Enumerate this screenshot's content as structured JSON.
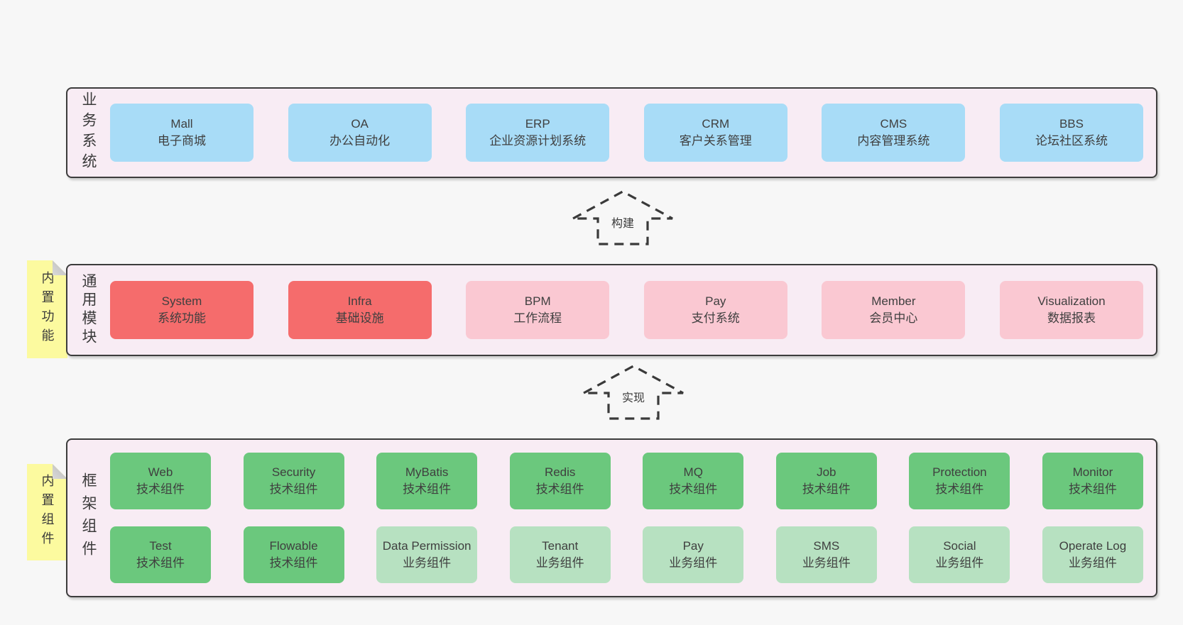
{
  "colors": {
    "page-bg": "#f7f7f7",
    "band-bg": "#f8ecf4",
    "band-border": "#3c3c3c",
    "blue": "#a8dcf7",
    "red": "#f56c6c",
    "pink": "#fac8d2",
    "green": "#6bc87d",
    "lightgreen": "#b7e1c1",
    "yellow": "#fcfa9f",
    "text": "#3f3f3f"
  },
  "arrows": [
    {
      "label": "构建"
    },
    {
      "label": "实现"
    }
  ],
  "bands": [
    {
      "label": "业务系统",
      "items": [
        {
          "title": "Mall",
          "subtitle": "电子商城",
          "type": "blue"
        },
        {
          "title": "OA",
          "subtitle": "办公自动化",
          "type": "blue"
        },
        {
          "title": "ERP",
          "subtitle": "企业资源计划系统",
          "type": "blue"
        },
        {
          "title": "CRM",
          "subtitle": "客户关系管理",
          "type": "blue"
        },
        {
          "title": "CMS",
          "subtitle": "内容管理系统",
          "type": "blue"
        },
        {
          "title": "BBS",
          "subtitle": "论坛社区系统",
          "type": "blue"
        }
      ]
    },
    {
      "label": "通用模块",
      "sticky": "内置功能",
      "items": [
        {
          "title": "System",
          "subtitle": "系统功能",
          "type": "red"
        },
        {
          "title": "Infra",
          "subtitle": "基础设施",
          "type": "red"
        },
        {
          "title": "BPM",
          "subtitle": "工作流程",
          "type": "pink"
        },
        {
          "title": "Pay",
          "subtitle": "支付系统",
          "type": "pink"
        },
        {
          "title": "Member",
          "subtitle": "会员中心",
          "type": "pink"
        },
        {
          "title": "Visualization",
          "subtitle": "数据报表",
          "type": "pink"
        }
      ]
    },
    {
      "label": "框架组件",
      "sticky": "内置组件",
      "rows": [
        [
          {
            "title": "Web",
            "subtitle": "技术组件",
            "type": "green"
          },
          {
            "title": "Security",
            "subtitle": "技术组件",
            "type": "green"
          },
          {
            "title": "MyBatis",
            "subtitle": "技术组件",
            "type": "green"
          },
          {
            "title": "Redis",
            "subtitle": "技术组件",
            "type": "green"
          },
          {
            "title": "MQ",
            "subtitle": "技术组件",
            "type": "green"
          },
          {
            "title": "Job",
            "subtitle": "技术组件",
            "type": "green"
          },
          {
            "title": "Protection",
            "subtitle": "技术组件",
            "type": "green"
          },
          {
            "title": "Monitor",
            "subtitle": "技术组件",
            "type": "green"
          }
        ],
        [
          {
            "title": "Test",
            "subtitle": "技术组件",
            "type": "green"
          },
          {
            "title": "Flowable",
            "subtitle": "技术组件",
            "type": "green"
          },
          {
            "title": "Data Permission",
            "subtitle": "业务组件",
            "type": "lightgreen"
          },
          {
            "title": "Tenant",
            "subtitle": "业务组件",
            "type": "lightgreen"
          },
          {
            "title": "Pay",
            "subtitle": "业务组件",
            "type": "lightgreen"
          },
          {
            "title": "SMS",
            "subtitle": "业务组件",
            "type": "lightgreen"
          },
          {
            "title": "Social",
            "subtitle": "业务组件",
            "type": "lightgreen"
          },
          {
            "title": "Operate Log",
            "subtitle": "业务组件",
            "type": "lightgreen"
          }
        ]
      ]
    }
  ]
}
